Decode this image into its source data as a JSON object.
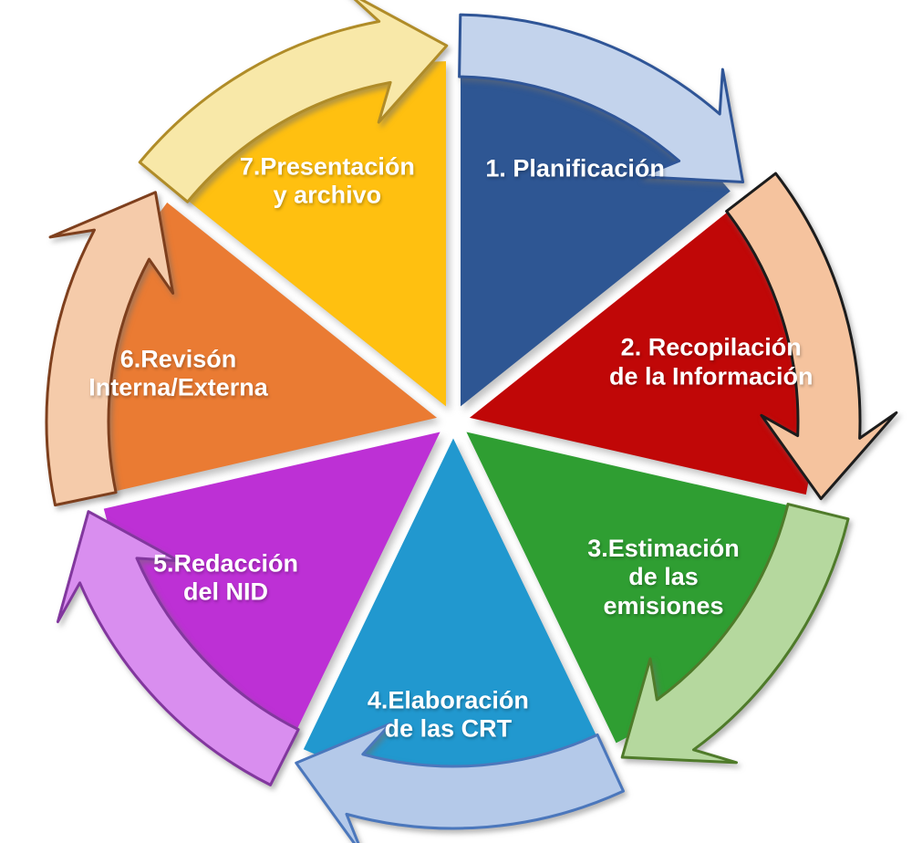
{
  "diagram": {
    "type": "cycle",
    "direction": "clockwise",
    "background_color": "#FFFFFF",
    "label_color": "#FFFFFF",
    "segments": [
      {
        "order": "1",
        "label": "1. Planificación",
        "lines": [
          "1. Planificación"
        ],
        "fill": "#2E5693",
        "arrow_fill": "#C3D3EC",
        "arrow_stroke": "#2F5597"
      },
      {
        "order": "2",
        "label": "2. Recopilación de la Información",
        "lines": [
          "2. Recopilación",
          "de la Información"
        ],
        "fill": "#C00707",
        "arrow_fill": "#F5C39E",
        "arrow_stroke": "#1C1C1C"
      },
      {
        "order": "3",
        "label": "3.Estimación de las emisiones",
        "lines": [
          "3.Estimación",
          "de las",
          "emisiones"
        ],
        "fill": "#2F9E32",
        "arrow_fill": "#B5D89E",
        "arrow_stroke": "#4F7B2A"
      },
      {
        "order": "4",
        "label": "4.Elaboración de las CRT",
        "lines": [
          "4.Elaboración",
          "de las CRT"
        ],
        "fill": "#2198CF",
        "arrow_fill": "#B4C9E9",
        "arrow_stroke": "#4B77BC"
      },
      {
        "order": "5",
        "label": "5.Redacción del NID",
        "lines": [
          "5.Redacción",
          "del NID"
        ],
        "fill": "#BD30D5",
        "arrow_fill": "#D98EEF",
        "arrow_stroke": "#82379E"
      },
      {
        "order": "6",
        "label": "6.Revisón Interna/Externa",
        "lines": [
          "6.Revisón",
          "Interna/Externa"
        ],
        "fill": "#EA7B33",
        "arrow_fill": "#F5CBAA",
        "arrow_stroke": "#7E3F1D"
      },
      {
        "order": "7",
        "label": "7.Presentación y archivo",
        "lines": [
          "7.Presentación",
          "y archivo"
        ],
        "fill": "#FFC010",
        "arrow_fill": "#F8E8A8",
        "arrow_stroke": "#B08C28"
      }
    ]
  }
}
